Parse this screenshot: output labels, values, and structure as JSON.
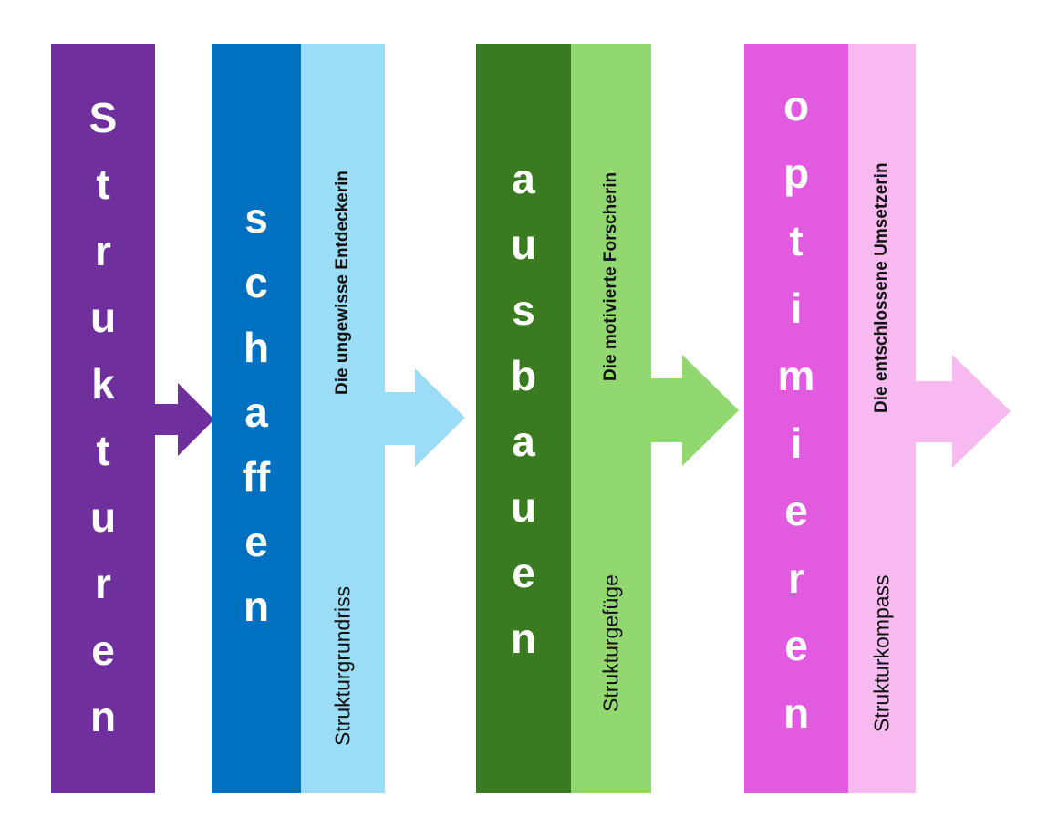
{
  "colors": {
    "purple": "#6f2f9c",
    "blue_dark": "#0070c0",
    "blue_light": "#9bdcf6",
    "green_dark": "#3a7b22",
    "green_light": "#92d871",
    "pink_dark": "#e25ae0",
    "pink_light": "#f7b9ef"
  },
  "stage0": {
    "word": "Strukturen",
    "letters": [
      "S",
      "t",
      "r",
      "u",
      "k",
      "t",
      "u",
      "r",
      "e",
      "n"
    ]
  },
  "stage1": {
    "word": "schaffen",
    "letters": [
      "s",
      "c",
      "h",
      "a",
      "ff",
      "e",
      "n"
    ],
    "persona": "Die ungewisse Entdeckerin",
    "tool": "Strukturgrundriss"
  },
  "stage2": {
    "word": "ausbauen",
    "letters": [
      "a",
      "u",
      "s",
      "b",
      "a",
      "u",
      "e",
      "n"
    ],
    "persona": "Die  motivierte Forscherin",
    "tool": "Strukturgefüge"
  },
  "stage3": {
    "word": "optimieren",
    "letters": [
      "o",
      "p",
      "t",
      "i",
      "m",
      "i",
      "e",
      "r",
      "e",
      "n"
    ],
    "persona": "Die entschlossene Umsetzerin",
    "tool": "Strukturkompass"
  }
}
